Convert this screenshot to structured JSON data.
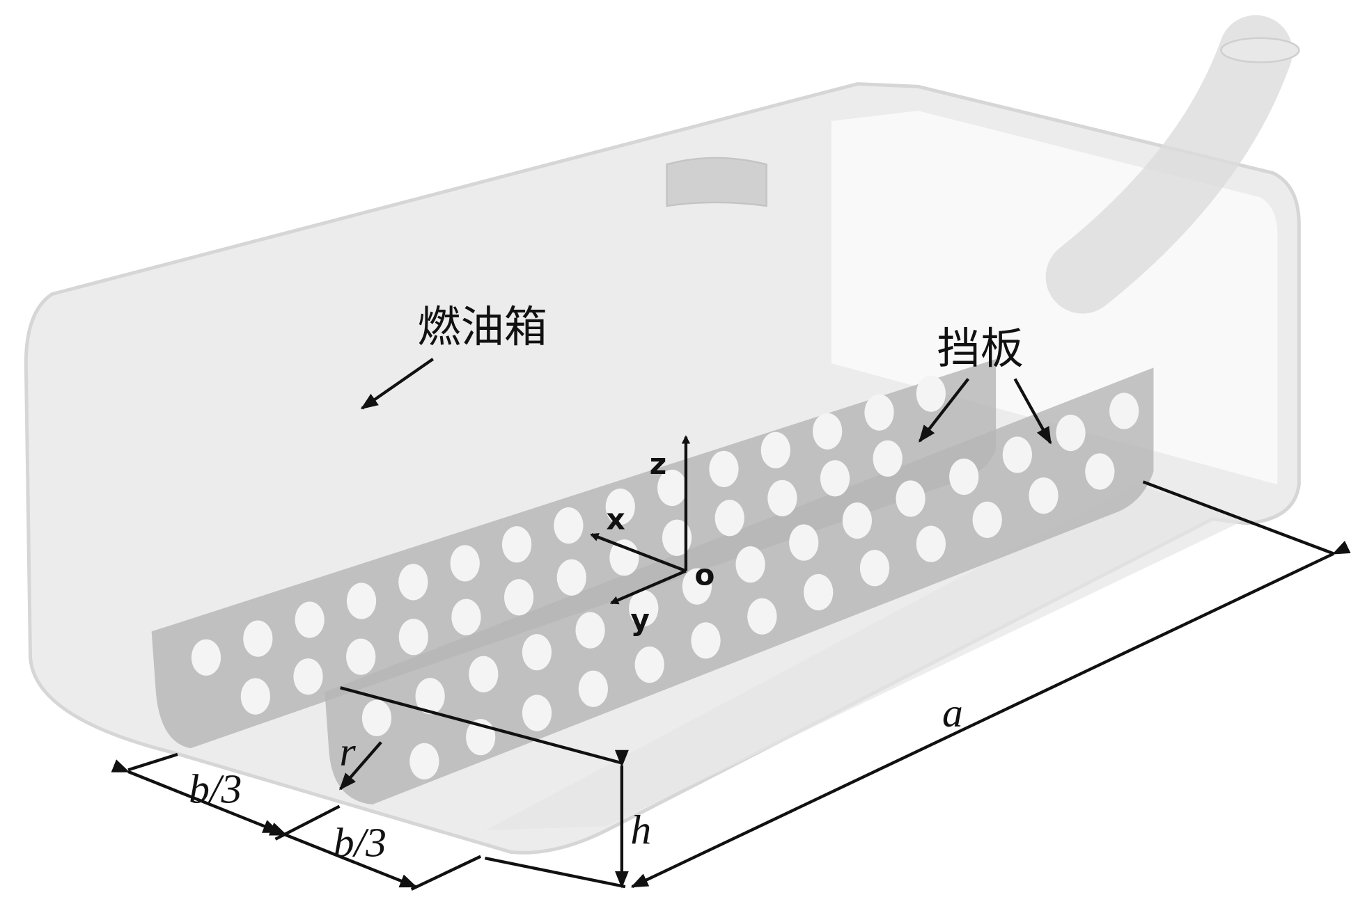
{
  "labels": {
    "tank": "燃油箱",
    "baffle": "挡板",
    "axis_z": "z",
    "axis_x": "x",
    "axis_y": "y",
    "origin": "o",
    "length_a": "a",
    "height_h": "h",
    "radius_r": "r",
    "spacing_1": "b/3",
    "spacing_2": "b/3"
  },
  "colors": {
    "tank_fill": "#ececec",
    "tank_edge": "#d6d6d6",
    "baffle_fill": "#b5b5b5",
    "hole": "#f4f4f4",
    "ink": "#111111"
  }
}
